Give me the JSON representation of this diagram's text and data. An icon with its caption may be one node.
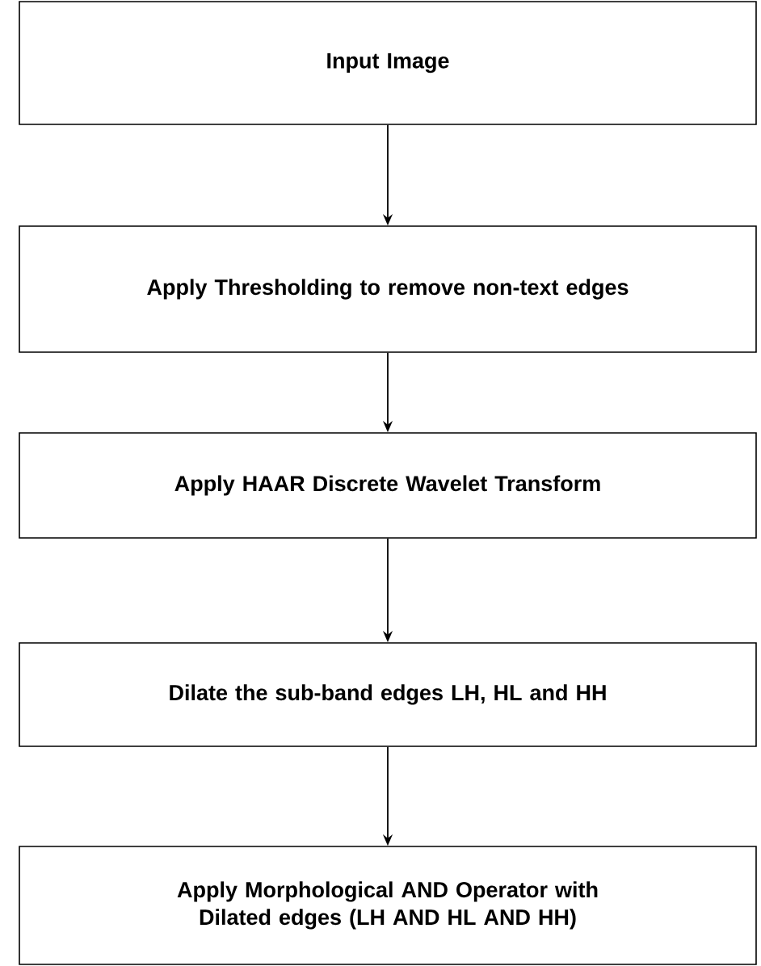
{
  "diagram": {
    "nodes": [
      {
        "text": [
          "Input Image"
        ]
      },
      {
        "text": [
          "Apply Thresholding to remove non-text edges"
        ]
      },
      {
        "text": [
          "Apply HAAR Discrete Wavelet Transform"
        ]
      },
      {
        "text": [
          "Dilate the sub-band edges LH, HL and HH"
        ]
      },
      {
        "text": [
          "Apply Morphological AND Operator with Dilated edges (LH AND HL AND HH)"
        ]
      }
    ],
    "edges": [
      {
        "from": 0,
        "to": 1,
        "arrow": "to"
      },
      {
        "from": 1,
        "to": 2,
        "arrow": "to"
      },
      {
        "from": 2,
        "to": 3,
        "arrow": "to"
      },
      {
        "from": 3,
        "to": 4,
        "arrow": "to"
      }
    ]
  }
}
